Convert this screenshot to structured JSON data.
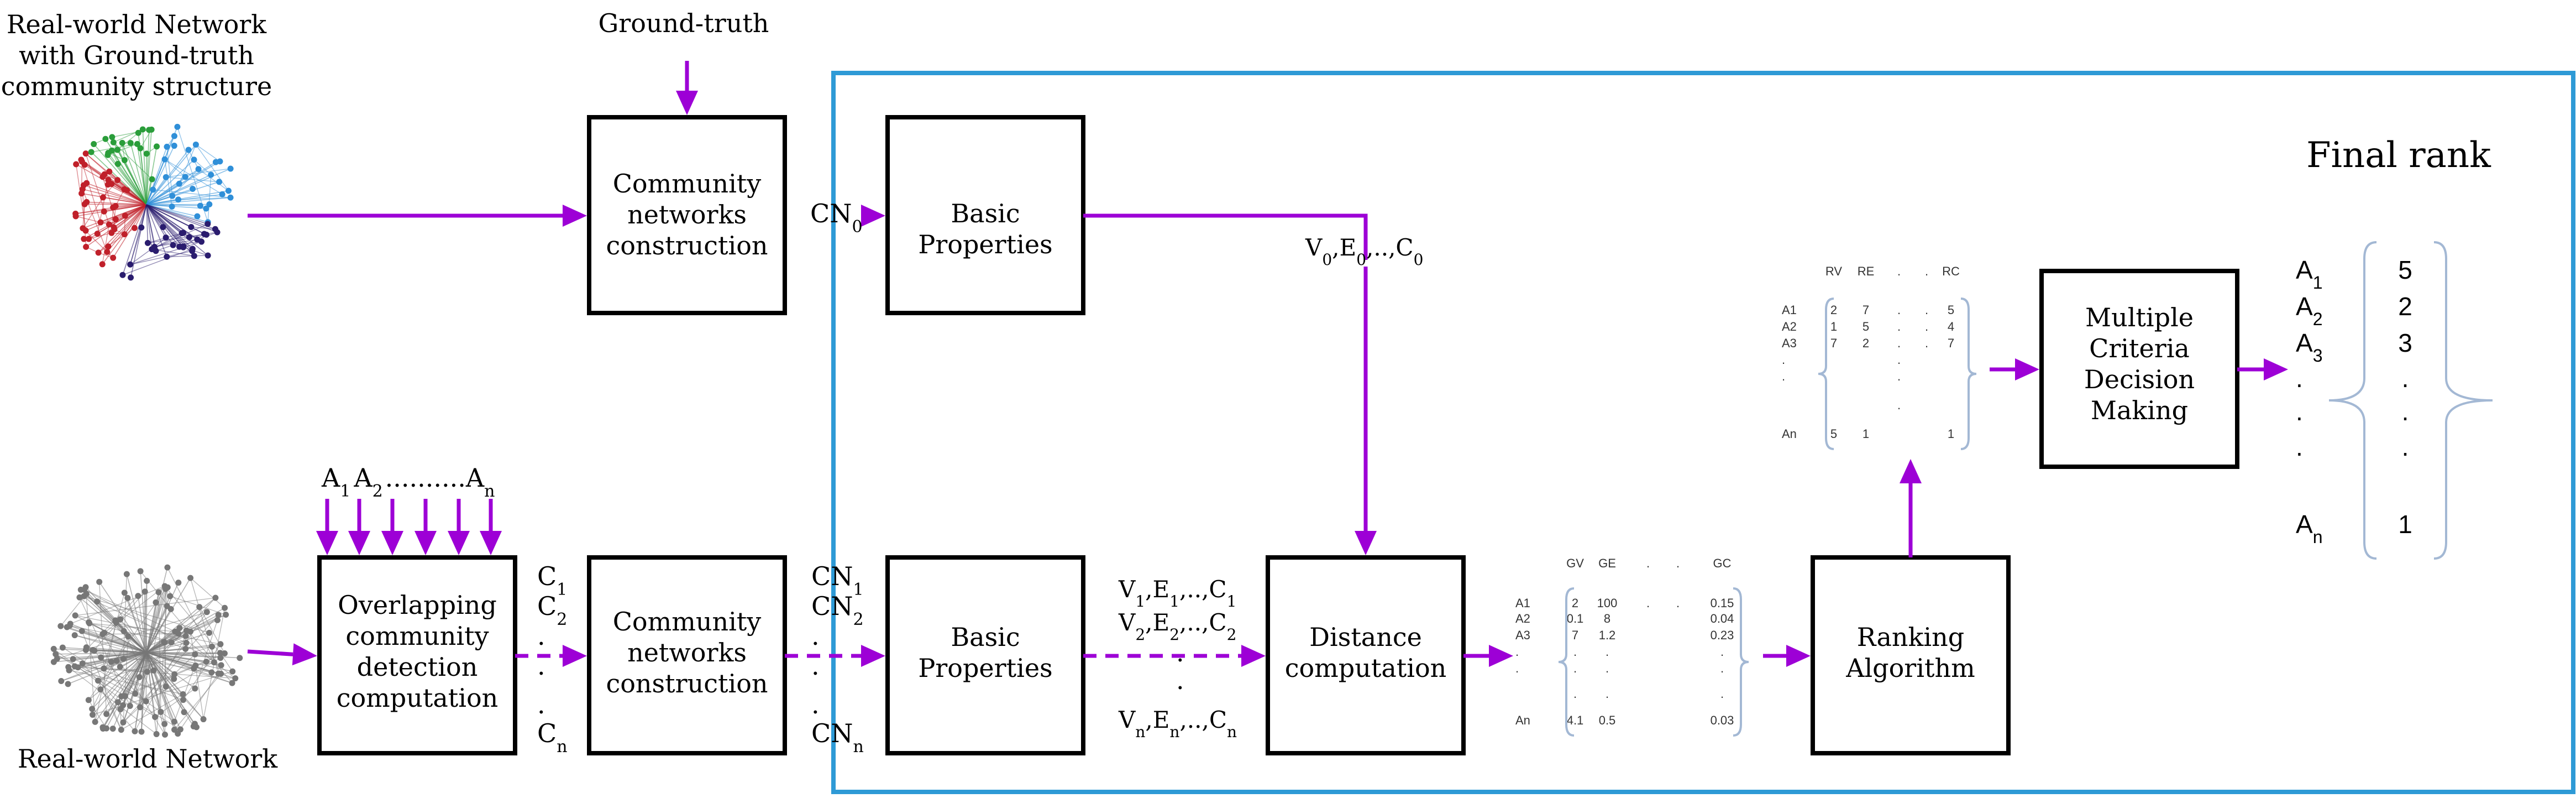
{
  "labels": {
    "real_world_gt_line1": "Real-world Network",
    "real_world_gt_line2": "with Ground-truth",
    "real_world_gt_line3": "community structure",
    "ground_truth": "Ground-truth",
    "real_world": "Real-world Network",
    "final_rank": "Final rank"
  },
  "boxes": {
    "community_top": [
      "Community",
      "networks",
      "construction"
    ],
    "basic_top": [
      "Basic",
      "Properties"
    ],
    "overlapping": [
      "Overlapping",
      "community",
      "detection",
      "computation"
    ],
    "community_bottom": [
      "Community",
      "networks",
      "construction"
    ],
    "basic_bottom": [
      "Basic",
      "Properties"
    ],
    "distance": [
      "Distance",
      "computation"
    ],
    "ranking": [
      "Ranking",
      "Algorithm"
    ],
    "mcdm": [
      "Multiple",
      "Criteria",
      "Decision",
      "Making"
    ]
  },
  "algorithms_label": {
    "a1": "A",
    "s1": "1",
    "a2": "A",
    "s2": "2",
    "dots": "..........",
    "an": "A",
    "sn": "n"
  },
  "c_list": [
    {
      "base": "C",
      "sub": "1"
    },
    {
      "base": "C",
      "sub": "2"
    },
    {
      "base": ".",
      "sub": ""
    },
    {
      "base": ".",
      "sub": ""
    },
    {
      "base": ".",
      "sub": ""
    },
    {
      "base": "C",
      "sub": "n"
    }
  ],
  "cn_list": [
    {
      "base": "CN",
      "sub": "1"
    },
    {
      "base": "CN",
      "sub": "2"
    },
    {
      "base": ".",
      "sub": ""
    },
    {
      "base": ".",
      "sub": ""
    },
    {
      "base": ".",
      "sub": ""
    },
    {
      "base": "CN",
      "sub": "n"
    }
  ],
  "cn0": {
    "base": "CN",
    "sub": "0"
  },
  "v0_label": {
    "v": "V",
    "vs": "0",
    "e": ",E",
    "es": "0",
    "c": ",..,C",
    "cs": "0"
  },
  "vlist": {
    "row1": {
      "v": "V",
      "vs": "1",
      "e": ",E",
      "es": "1",
      "c": ",..,C",
      "cs": "1"
    },
    "row2": {
      "v": "V",
      "vs": "2",
      "e": ",E",
      "es": "2",
      "c": ",..,C",
      "cs": "2"
    },
    "dot": ".",
    "rown": {
      "v": "V",
      "vs": "n",
      "e": ",E",
      "es": "n",
      "c": ",..,C",
      "cs": "n"
    }
  },
  "g_matrix": {
    "headers": [
      "GV",
      "GE",
      ".",
      ".",
      "GC"
    ],
    "rows": [
      {
        "label": "A1",
        "vals": [
          "2",
          "100",
          ".",
          ".",
          "0.15"
        ]
      },
      {
        "label": "A2",
        "vals": [
          "0.1",
          "8",
          "",
          "",
          "0.04"
        ]
      },
      {
        "label": "A3",
        "vals": [
          "7",
          "1.2",
          "",
          "",
          "0.23"
        ]
      },
      {
        "label": ".",
        "vals": [
          ".",
          ".",
          "",
          "",
          "."
        ]
      },
      {
        "label": ".",
        "vals": [
          ".",
          ".",
          "",
          "",
          "."
        ]
      },
      {
        "label": "",
        "vals": [
          ".",
          ".",
          "",
          "",
          "."
        ]
      },
      {
        "label": "An",
        "vals": [
          "4.1",
          "0.5",
          "",
          "",
          "0.03"
        ]
      }
    ]
  },
  "r_matrix": {
    "headers": [
      "RV",
      "RE",
      ".",
      ".",
      "RC"
    ],
    "rows": [
      {
        "label": "A1",
        "vals": [
          "2",
          "7",
          ".",
          ".",
          "5"
        ]
      },
      {
        "label": "A2",
        "vals": [
          "1",
          "5",
          ".",
          ".",
          "4"
        ]
      },
      {
        "label": "A3",
        "vals": [
          "7",
          "2",
          ".",
          ".",
          "7"
        ]
      },
      {
        "label": ".",
        "vals": [
          "",
          "",
          ".",
          "",
          ""
        ]
      },
      {
        "label": ".",
        "vals": [
          "",
          "",
          ".",
          "",
          ""
        ]
      },
      {
        "label": "",
        "vals": [
          "",
          "",
          ".",
          "",
          ""
        ]
      },
      {
        "label": "An",
        "vals": [
          "5",
          "1",
          "",
          "",
          "1"
        ]
      }
    ]
  },
  "final_rank": {
    "rows": [
      {
        "alg": "A",
        "sub": "1",
        "rank": "5"
      },
      {
        "alg": "A",
        "sub": "2",
        "rank": "2"
      },
      {
        "alg": "A",
        "sub": "3",
        "rank": "3"
      },
      {
        "alg": ".",
        "sub": "",
        "rank": "."
      },
      {
        "alg": ".",
        "sub": "",
        "rank": "."
      },
      {
        "alg": ".",
        "sub": "",
        "rank": "."
      },
      {
        "alg": "A",
        "sub": "n",
        "rank": "1"
      }
    ]
  },
  "colors": {
    "arrow": "#9d00d6",
    "frame": "#2e9ad6",
    "brace": "#a3b8d4",
    "box": "#000000",
    "node_red": "#c0202a",
    "node_green": "#2a9d3a",
    "node_blue": "#2f8fd8",
    "node_navy": "#2a1c6e",
    "node_gray": "#777777"
  }
}
